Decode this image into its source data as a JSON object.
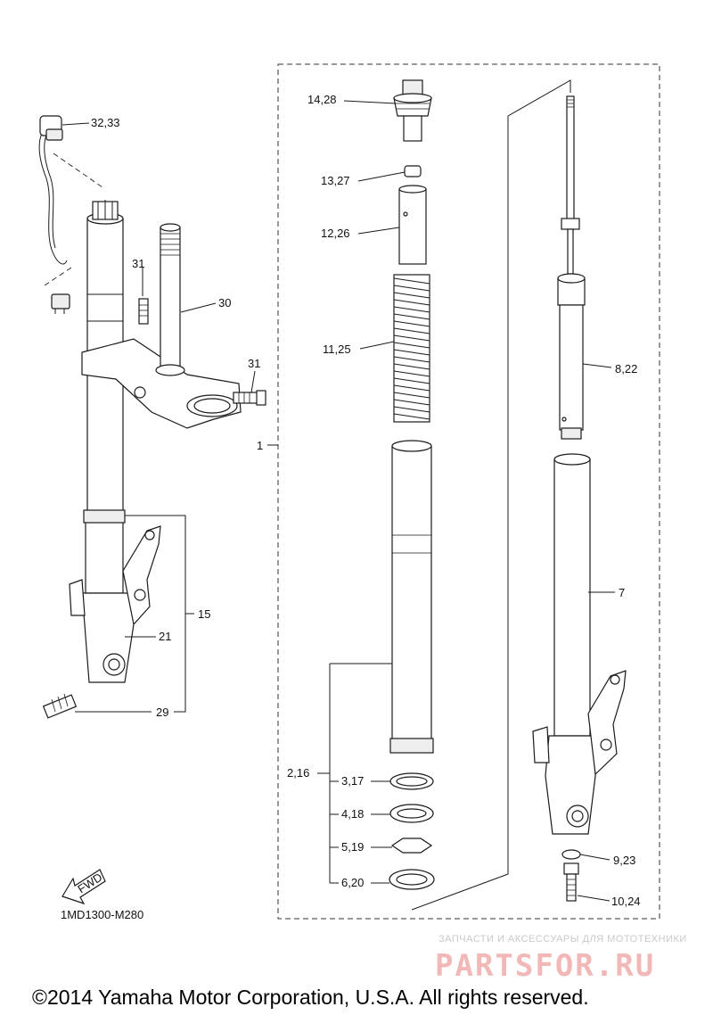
{
  "labels": {
    "l_32_33": "32,33",
    "l_31a": "31",
    "l_30": "30",
    "l_31b": "31",
    "l_15": "15",
    "l_21": "21",
    "l_29": "29",
    "l_1": "1",
    "l_14_28": "14,28",
    "l_13_27": "13,27",
    "l_12_26": "12,26",
    "l_11_25": "11,25",
    "l_8_22": "8,22",
    "l_7": "7",
    "l_2_16": "2,16",
    "l_3_17": "3,17",
    "l_4_18": "4,18",
    "l_5_19": "5,19",
    "l_6_20": "6,20",
    "l_9_23": "9,23",
    "l_10_24": "10,24"
  },
  "fwd_label": "FWD",
  "diagram_code": "1MD1300-M280",
  "watermark": {
    "tagline": "ЗАПЧАСТИ И АКСЕССУАРЫ ДЛЯ МОТОТЕХНИКИ",
    "logo": "PARTSFOR.RU"
  },
  "copyright": "©2014 Yamaha Motor Corporation, U.S.A. All rights reserved.",
  "icons": [
    "fwd-arrow-icon"
  ]
}
